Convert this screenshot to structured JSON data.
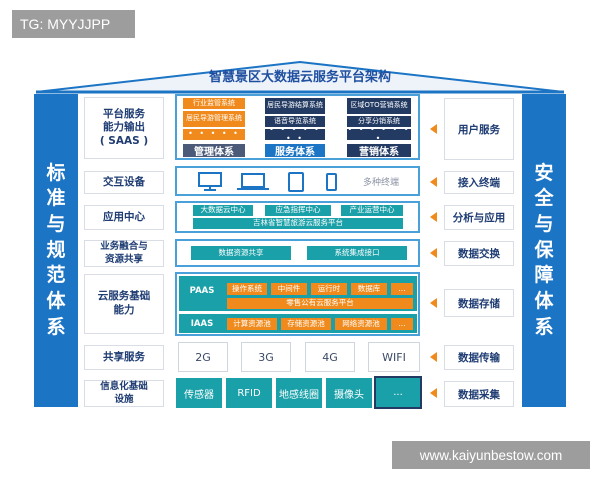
{
  "watermark_top": "TG: MYYJJPP",
  "watermark_bottom": "www.kaiyunbestow.com",
  "title": "智慧景区大数据云服务平台架构",
  "left_pillar": [
    "标",
    "准",
    "与",
    "规",
    "范",
    "体",
    "系"
  ],
  "right_pillar": [
    "安",
    "全",
    "与",
    "保",
    "障",
    "体",
    "系"
  ],
  "rows": {
    "saas": {
      "label": "平台服务\n能力输出\n( SAAS )",
      "management": {
        "items": [
          "行业监管系统",
          "居民导游管理系统",
          "• • • • •"
        ],
        "title": "管理体系"
      },
      "service": {
        "items": [
          "居民导游结算系统",
          "语音导览系统",
          "• • • • • • •"
        ],
        "title": "服务体系"
      },
      "marketing": {
        "items": [
          "区域OTO营销系统",
          "分享分销系统",
          "• • • • • • •"
        ],
        "title": "营销体系"
      },
      "right": "用户服务"
    },
    "terminal": {
      "label": "交互设备",
      "text": "多种终端",
      "right": "接入终端"
    },
    "app_center": {
      "label": "应用中心",
      "items": [
        "大数据云中心",
        "应急指挥中心",
        "产业运营中心"
      ],
      "bar": "吉林省智慧旅游云服务平台",
      "right": "分析与应用"
    },
    "fusion": {
      "label": "业务融合与\n资源共享",
      "items": [
        "数据资源共享",
        "系统集成接口"
      ],
      "right": "数据交换"
    },
    "cloud": {
      "label": "云服务基础\n能力",
      "paas_label": "PAAS",
      "paas_items": [
        "操作系统",
        "中间件",
        "运行时",
        "数据库",
        "..."
      ],
      "paas_bar": "零售公有云服务平台",
      "iaas_label": "IAAS",
      "iaas_items": [
        "计算资源池",
        "存储资源池",
        "网络资源池",
        "..."
      ],
      "right": "数据存储"
    },
    "network": {
      "label": "共享服务",
      "items": [
        "2G",
        "3G",
        "4G",
        "WIFI"
      ],
      "right": "数据传输"
    },
    "infra": {
      "label": "信息化基础\n设施",
      "items": [
        "传感器",
        "RFID",
        "地感线圈",
        "摄像头",
        "..."
      ],
      "right": "数据采集"
    }
  },
  "colors": {
    "primary_blue": "#1c74c4",
    "orange": "#f08a1c",
    "navy": "#233a63",
    "teal": "#1aa0a8"
  }
}
